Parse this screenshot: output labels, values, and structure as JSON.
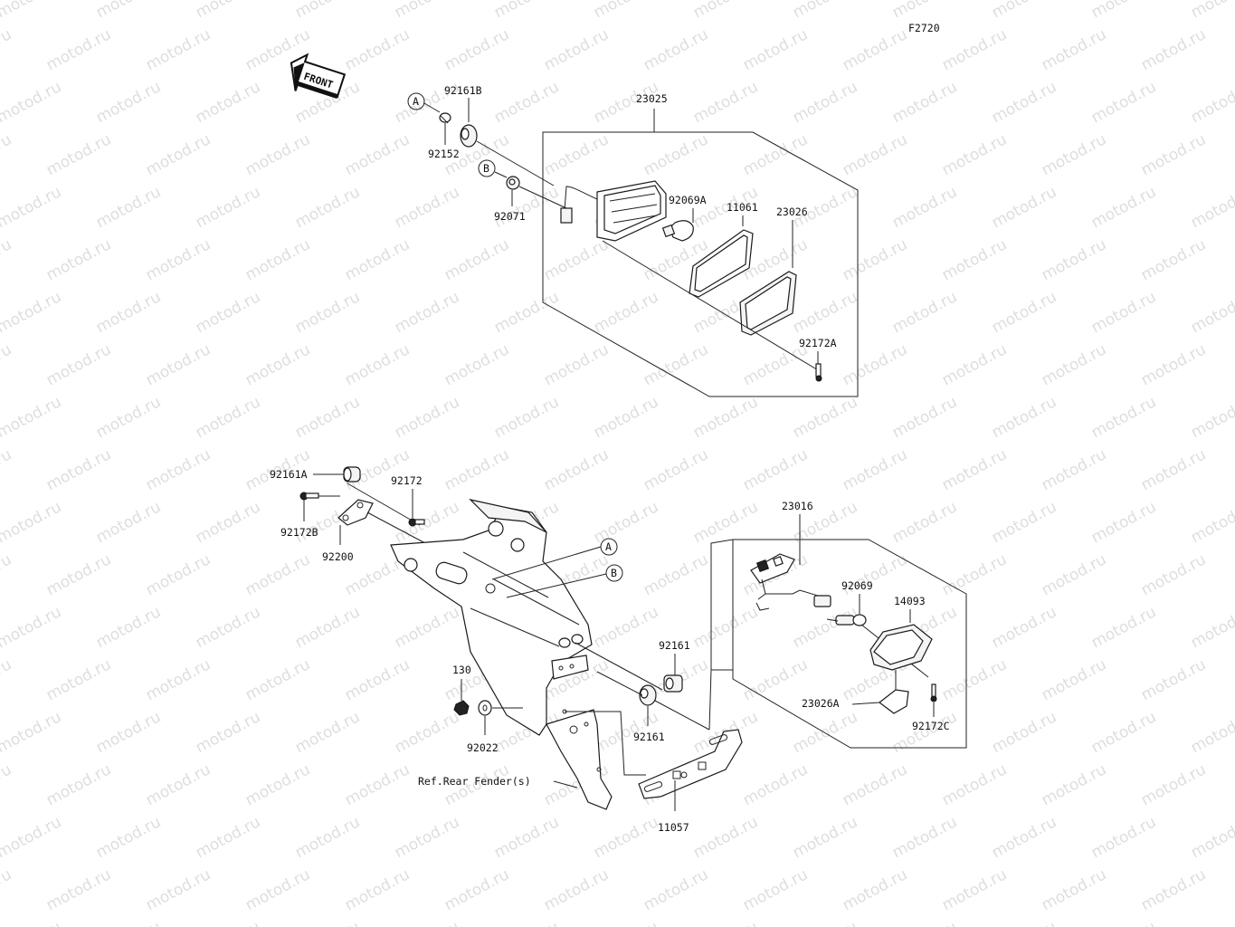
{
  "diagram": {
    "code": "F2720",
    "watermark": "motod.ru",
    "front_arrow": "FRONT",
    "callouts": {
      "a": "A",
      "b": "B"
    },
    "parts": {
      "p92161B": "92161B",
      "p92152": "92152",
      "p92071": "92071",
      "p23025": "23025",
      "p92069A": "92069A",
      "p11061": "11061",
      "p23026": "23026",
      "p92172A": "92172A",
      "p92161A": "92161A",
      "p92172": "92172",
      "p92172B": "92172B",
      "p92200": "92200",
      "p23016": "23016",
      "p92069": "92069",
      "p14093": "14093",
      "p92161_upper": "92161",
      "p92161_lower": "92161",
      "p130": "130",
      "p92022": "92022",
      "p23026A": "23026A",
      "p92172C": "92172C",
      "ref_rear_fender": "Ref.Rear Fender(s)",
      "p11057": "11057"
    }
  }
}
